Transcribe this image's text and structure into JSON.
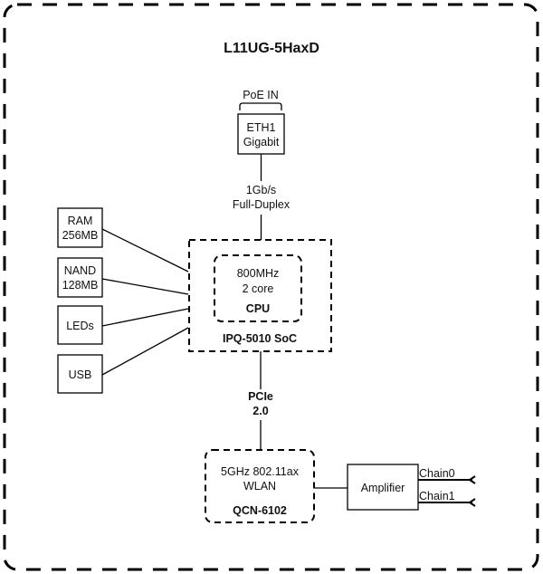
{
  "title": "L11UG-5HaxD",
  "eth": {
    "bracket_label": "PoE IN",
    "line1": "ETH1",
    "line2": "Gigabit"
  },
  "eth_link": {
    "line1": "1Gb/s",
    "line2": "Full-Duplex"
  },
  "peripherals": [
    {
      "line1": "RAM",
      "line2": "256MB"
    },
    {
      "line1": "NAND",
      "line2": "128MB"
    },
    {
      "line1": "LEDs"
    },
    {
      "line1": "USB"
    }
  ],
  "soc": {
    "label": "IPQ-5010 SoC",
    "cpu": {
      "line1": "800MHz",
      "line2": "2 core",
      "label": "CPU"
    }
  },
  "pcie_link": {
    "line1": "PCIe",
    "line2": "2.0"
  },
  "wlan": {
    "line1": "5GHz 802.11ax",
    "line2": "WLAN",
    "label": "QCN-6102"
  },
  "amplifier": {
    "label": "Amplifier",
    "chains": [
      "Chain0",
      "Chain1"
    ]
  }
}
